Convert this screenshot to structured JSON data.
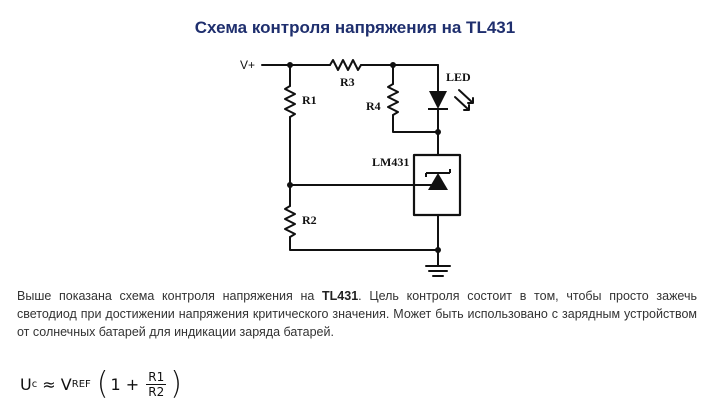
{
  "title": "Схема контроля напряжения на TL431",
  "schematic": {
    "supply_label": "V+",
    "r1_label": "R1",
    "r2_label": "R2",
    "r3_label": "R3",
    "r4_label": "R4",
    "led_label": "LED",
    "ic_label": "LM431"
  },
  "description": {
    "part1": "Выше показана схема контроля напряжения на ",
    "bold": "TL431",
    "part2": ". Цель контроля состоит в том, чтобы просто зажечь светодиод при достижении напряжения критического значения. Может быть использовано с зарядным устройством от солнечных батарей для индикации заряда батарей."
  },
  "formula": {
    "lhs": "U",
    "lhs_sub": "c",
    "approx": " ≈ ",
    "v": "V",
    "v_sub": "REF",
    "one_plus": "1 + ",
    "numerator": "R1",
    "denominator": "R2"
  },
  "colors": {
    "title": "#1f2f6e",
    "wire": "#111111",
    "text": "#333333"
  }
}
